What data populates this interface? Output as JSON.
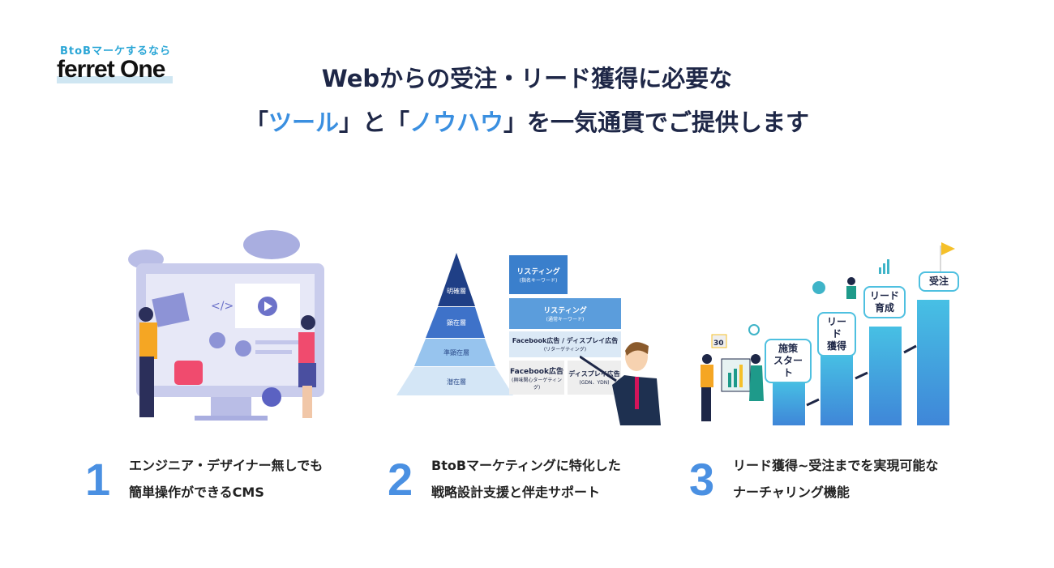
{
  "logo": {
    "tagline": "BtoBマーケするなら",
    "name": "ferret One"
  },
  "headline": {
    "line1": "Webからの受注・リード獲得に必要な",
    "line2_a": "「",
    "line2_tool": "ツール",
    "line2_b": "」と「",
    "line2_knowhow": "ノウハウ",
    "line2_c": "」を一気通貫でご提供します"
  },
  "colors": {
    "accent": "#3a8fe0",
    "navy": "#1e2747",
    "number": "#4a90e2"
  },
  "pyramid": {
    "layers": [
      "明確層",
      "顕在層",
      "準顕在層",
      "潜在層"
    ],
    "boxes": [
      {
        "title": "リスティング",
        "sub": "(指名キーワード)"
      },
      {
        "title": "リスティング",
        "sub": "(通常キーワード)"
      },
      {
        "title": "Facebook広告 / ディスプレイ広告",
        "sub": "(リターゲティング)"
      },
      {
        "title": "Facebook広告",
        "sub": "(興味関心ターゲティング)"
      },
      {
        "title": "ディスプレイ広告",
        "sub": "(GDN、YDN)"
      }
    ]
  },
  "steps": {
    "labels": [
      "施策スタート",
      "リード獲得",
      "リード育成",
      "受注"
    ],
    "calendar": "30"
  },
  "features": [
    {
      "number": "1",
      "line1": "エンジニア・デザイナー無しでも",
      "line2": "簡単操作ができるCMS"
    },
    {
      "number": "2",
      "line1": "BtoBマーケティングに特化した",
      "line2": "戦略設計支援と伴走サポート"
    },
    {
      "number": "3",
      "line1": "リード獲得~受注までを実現可能な",
      "line2": "ナーチャリング機能"
    }
  ]
}
